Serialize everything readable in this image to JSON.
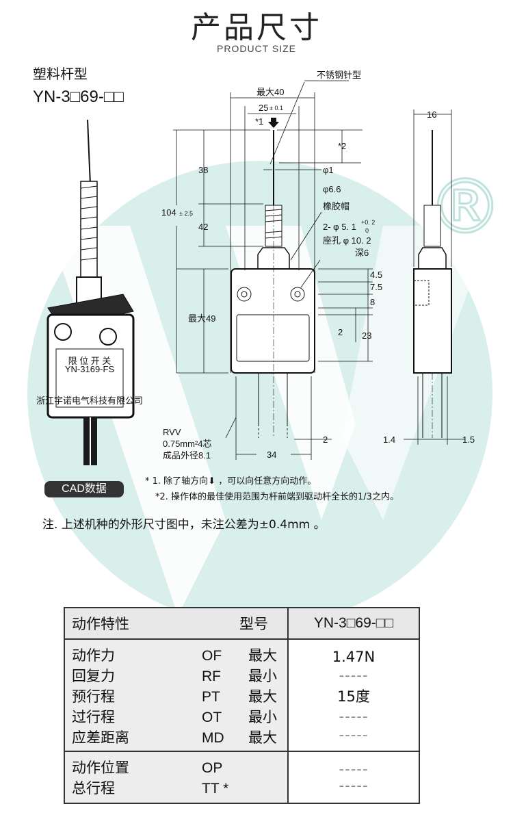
{
  "header": {
    "title": "产品尺寸",
    "subtitle": "PRODUCT SIZE"
  },
  "product": {
    "type": "塑料杆型",
    "model": "YN-3□69-□□"
  },
  "drawing": {
    "labels": {
      "pin_type": "不锈钢针型",
      "max40": "最大40",
      "d25": "25",
      "d25_tol": "± 0.1",
      "star1": "*1",
      "star2": "*2",
      "d38": "38",
      "d42": "42",
      "d104": "104",
      "d104_tol": "± 2.5",
      "phi1": "φ1",
      "phi66": "φ6.6",
      "rubber_cap": "橡胶帽",
      "holes": "2- φ 5. 1",
      "holes_tol_up": "+0. 2",
      "holes_tol_lo": "0",
      "seat": "座孔 φ 10. 2",
      "depth": "深6",
      "d45": "4.5",
      "d75": "7.5",
      "d8": "8",
      "d2a": "2",
      "d23": "23",
      "max49": "最大49",
      "d16": "16",
      "cable1": "RVV",
      "cable2": "0.75mm²4芯",
      "cable3": "成品外径8.1",
      "d34": "34",
      "d2b": "2",
      "d14": "1.4",
      "d15": "1.5",
      "label_sw": "限 位 开 关",
      "label_model": "YN-3169-FS",
      "label_co": "浙江宇诺电气科技有限公司"
    }
  },
  "cad_button": "CAD数据",
  "notes": [
    "*    1.  除了轴方向⬇  ，可以向任意方向动作。",
    "*2.  操作体的最佳使用范围为杆前端到驱动杆全长的1/3之内。"
  ],
  "tolerance_note": "注. 上述机种的外形尺寸图中，未注公差为±0.4mm 。",
  "table": {
    "header_left": "动作特性",
    "header_type": "型号",
    "header_model": "YN-3□69-□□",
    "rows": [
      {
        "name": "动作力",
        "code": "OF",
        "limit": "最大",
        "value": "1.47N"
      },
      {
        "name": "回复力",
        "code": "RF",
        "limit": "最小",
        "value": "-----"
      },
      {
        "name": "预行程",
        "code": "PT",
        "limit": "最大",
        "value": "15度"
      },
      {
        "name": "过行程",
        "code": "OT",
        "limit": "最小",
        "value": "-----"
      },
      {
        "name": "应差距离",
        "code": "MD",
        "limit": "最大",
        "value": "-----"
      },
      {
        "name": "动作位置",
        "code": "OP",
        "limit": "",
        "value": "-----"
      },
      {
        "name": "总行程",
        "code": "TT *",
        "limit": "",
        "value": "-----"
      }
    ]
  },
  "watermark": {
    "mark": "®"
  },
  "colors": {
    "watermark": "#d6eeea",
    "cad_bg": "#333333"
  }
}
